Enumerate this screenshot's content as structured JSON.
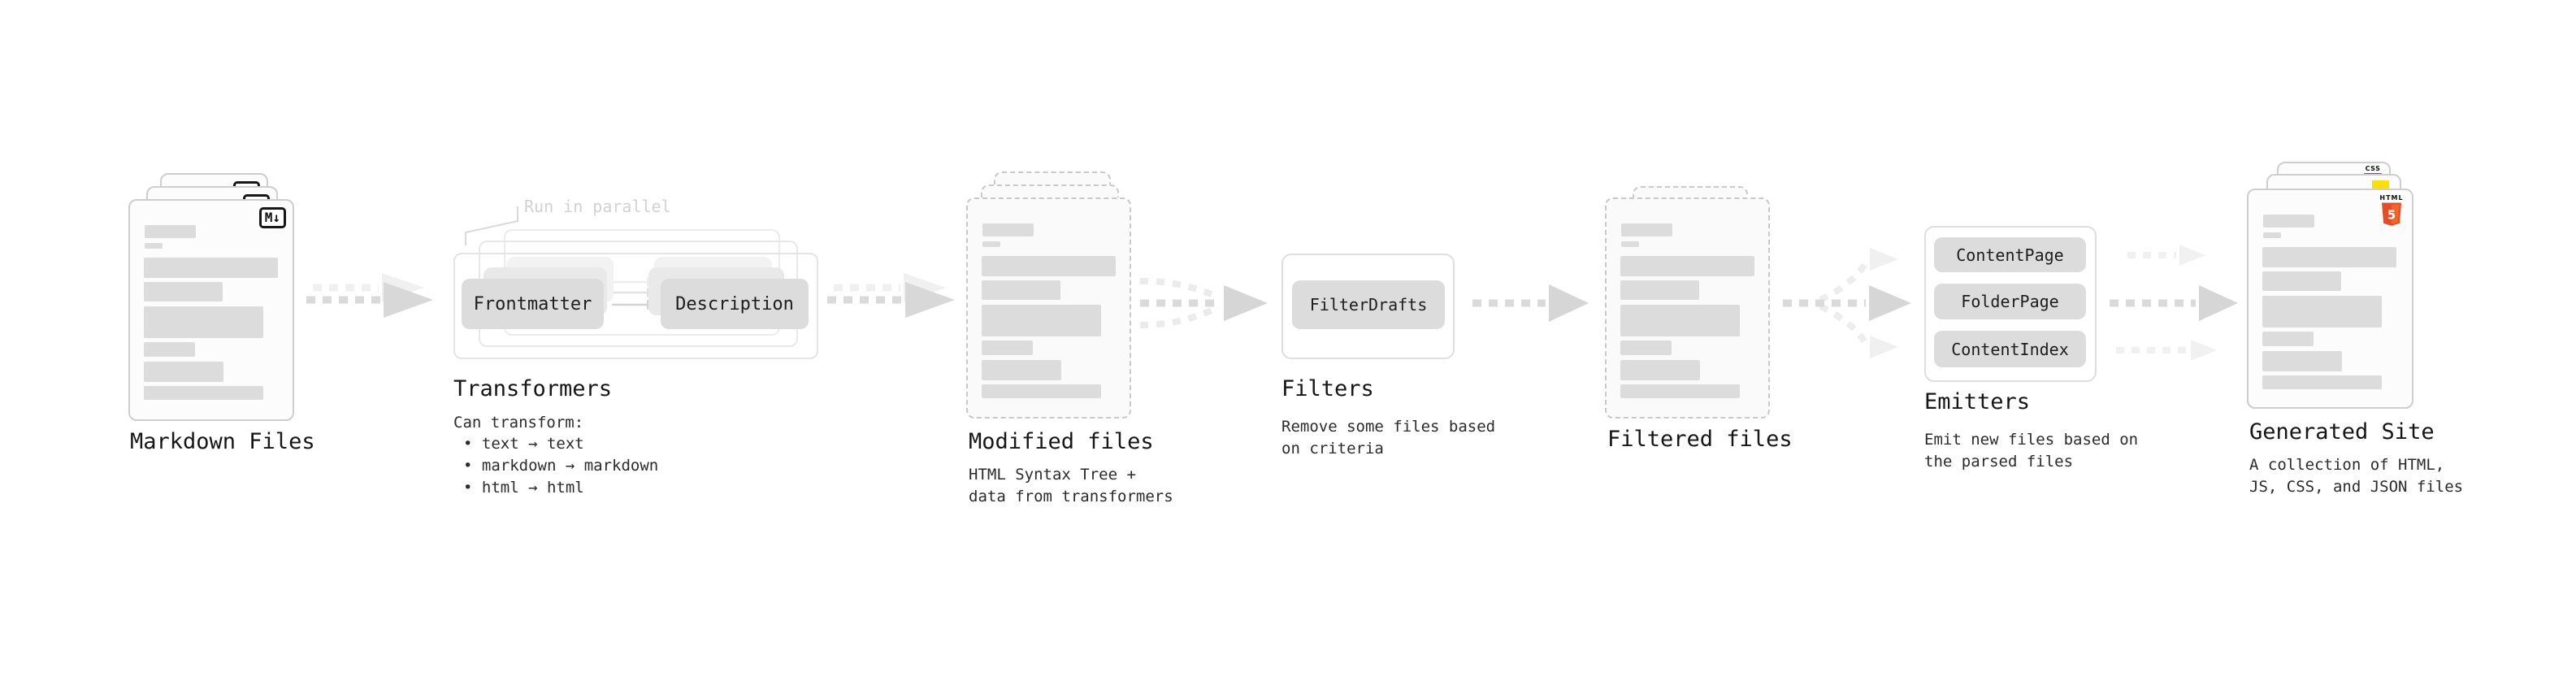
{
  "stages": {
    "markdown": {
      "title": "Markdown Files",
      "file_badge": "M↓"
    },
    "transformers": {
      "title": "Transformers",
      "annotation": "Run in parallel",
      "left_pill": "Frontmatter",
      "right_pill": "Description",
      "note_heading": "Can transform:",
      "bullets": [
        "• text → text",
        "• markdown → markdown",
        "• html → html"
      ]
    },
    "modified": {
      "title": "Modified files",
      "note": [
        "HTML Syntax Tree +",
        "data from transformers"
      ]
    },
    "filters": {
      "title": "Filters",
      "pill": "FilterDrafts",
      "note": [
        "Remove some files based",
        "on criteria"
      ]
    },
    "filtered": {
      "title": "Filtered files"
    },
    "emitters": {
      "title": "Emitters",
      "pills": [
        "ContentPage",
        "FolderPage",
        "ContentIndex"
      ],
      "note": [
        "Emit new files based on",
        "the parsed files"
      ]
    },
    "generated": {
      "title": "Generated Site",
      "note": [
        "A collection of HTML,",
        "JS, CSS, and JSON files"
      ],
      "css_badge_label": "CSS",
      "html_badge_label": "HTML",
      "html5_shield_number": "5"
    }
  },
  "colors": {
    "arrow_gray": "#d8d8d8",
    "arrow_ghost": "#f0f0f0",
    "card_border": "#cecece",
    "pill_gray": "#dcdcdc",
    "annotation_gray": "#d2d2d2",
    "html5_orange": "#e44d26",
    "html5_orange_light": "#f16529",
    "js_yellow": "#ffdf00",
    "css_blue": "#2965f1"
  }
}
